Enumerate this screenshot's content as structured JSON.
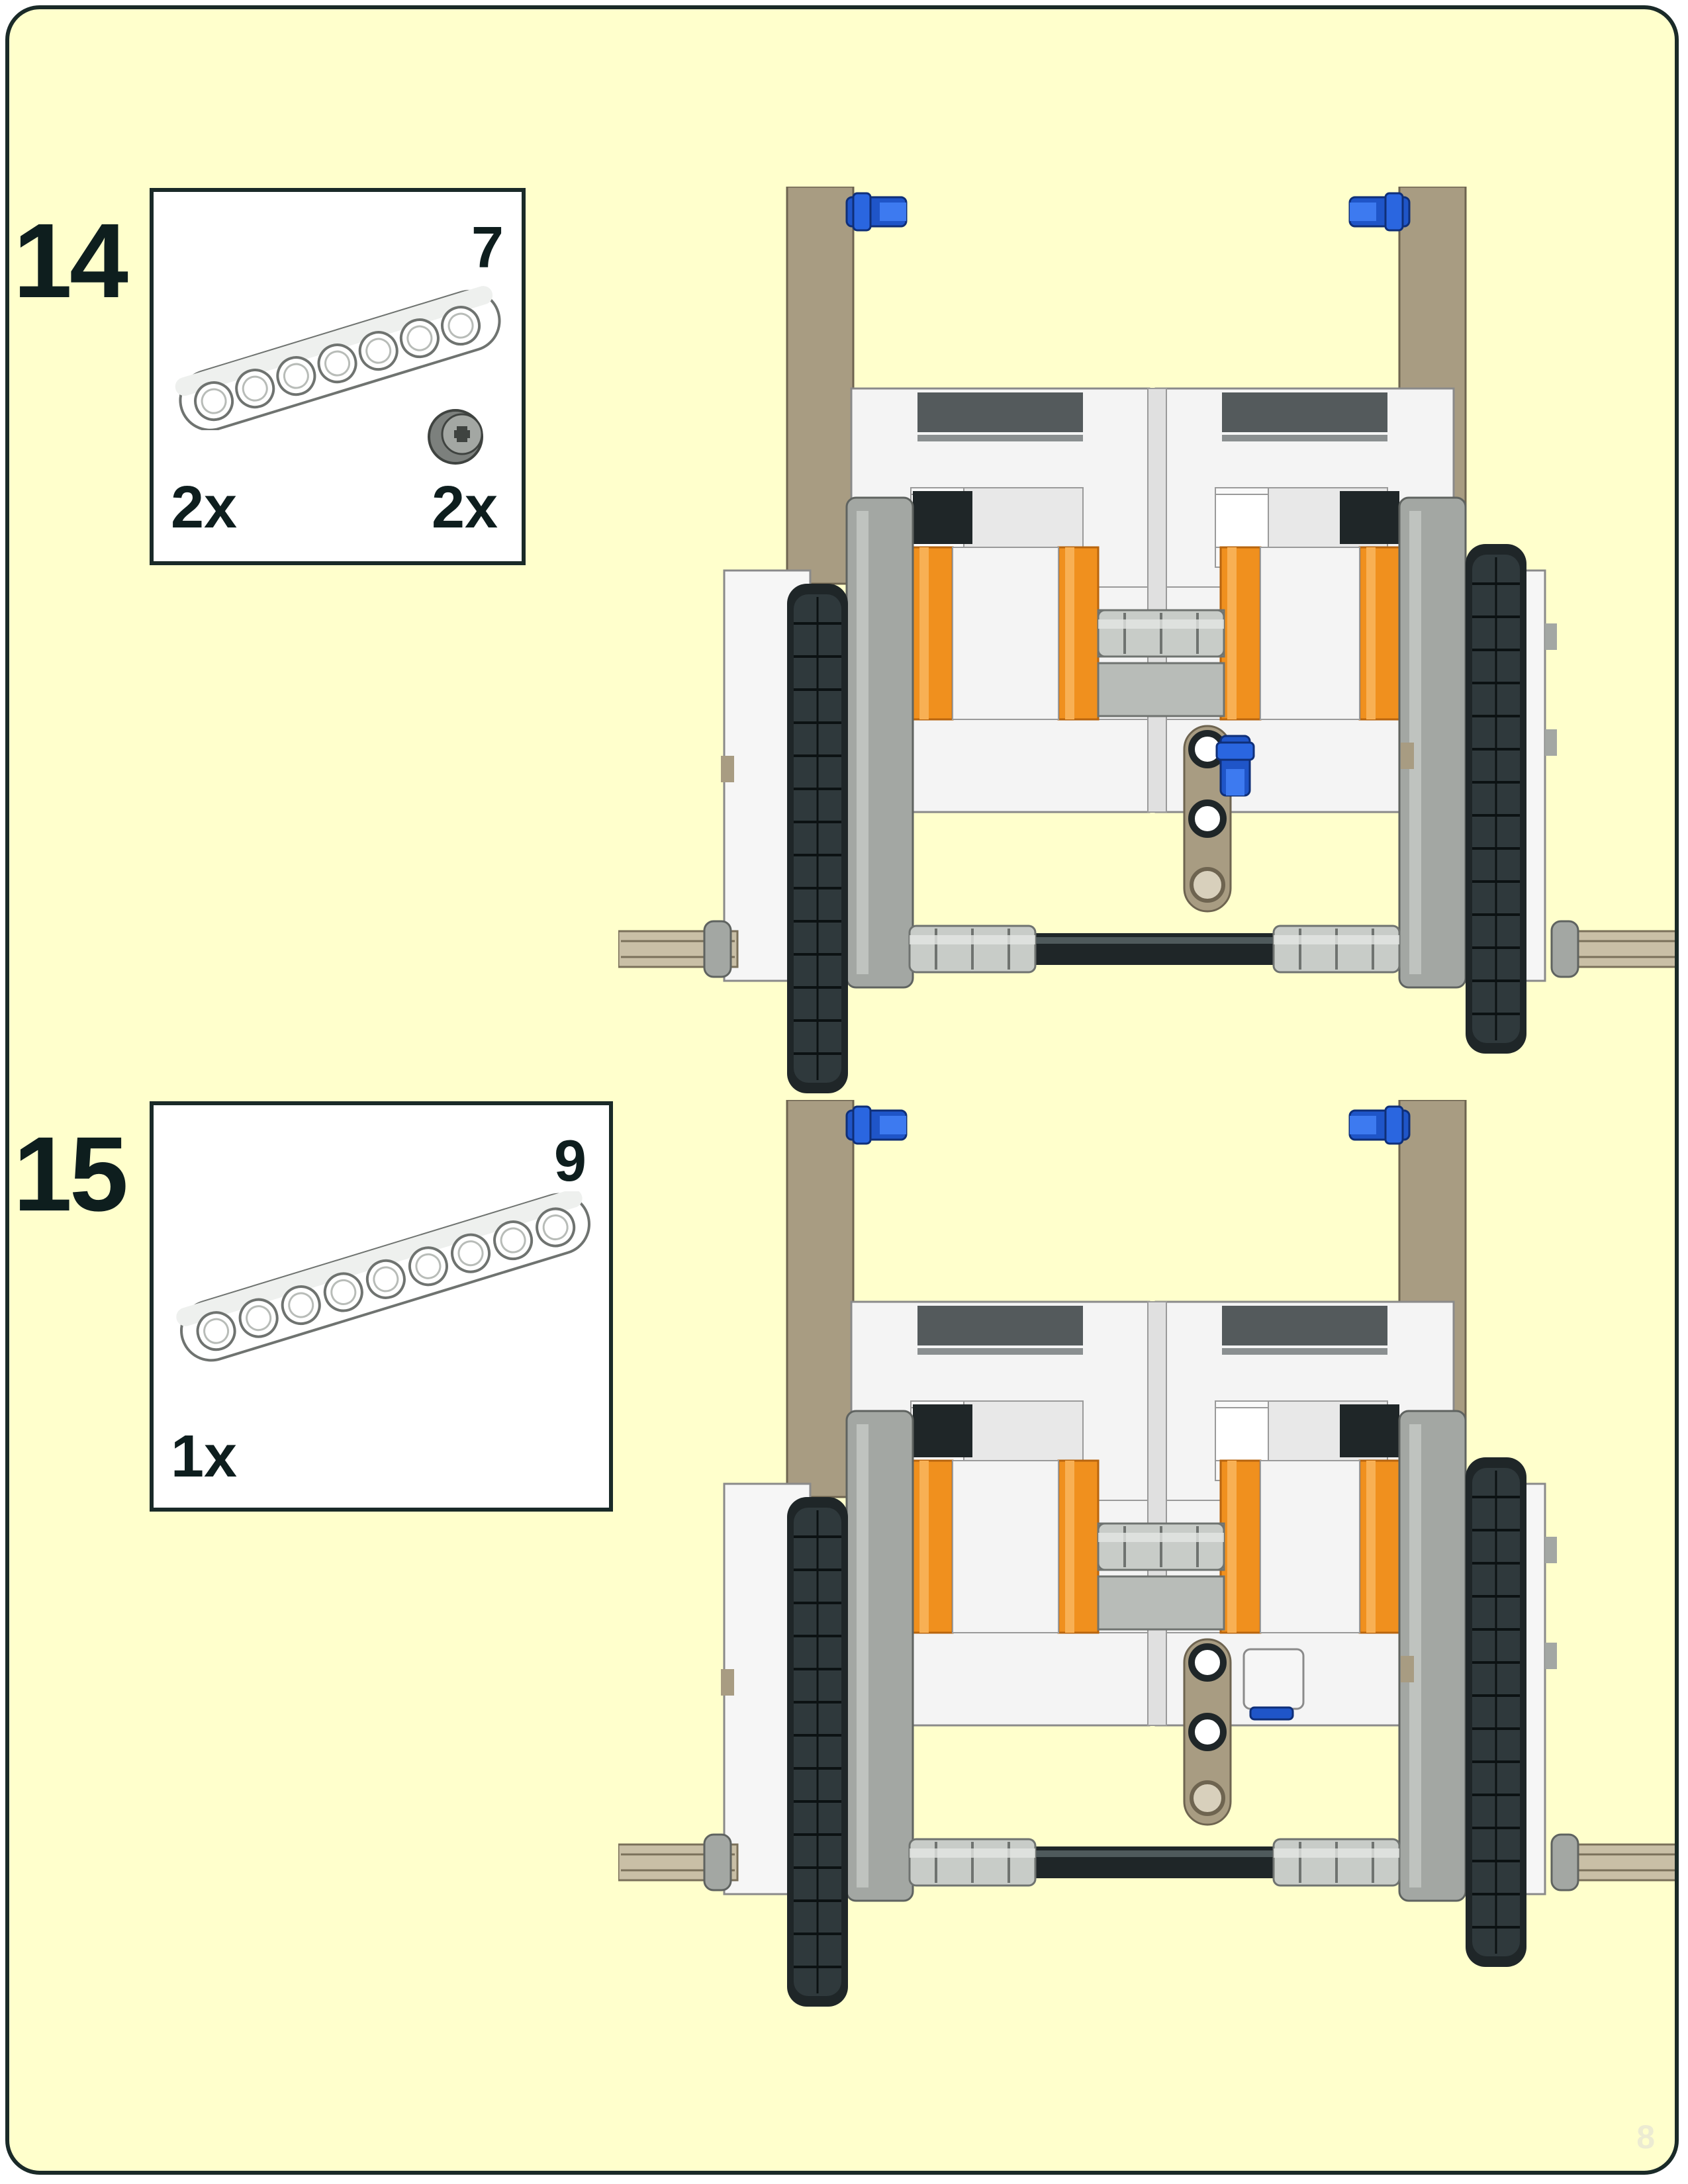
{
  "steps": [
    {
      "number": "14",
      "parts": [
        {
          "name": "beam",
          "length_label": "7",
          "qty": "2x"
        },
        {
          "name": "bush",
          "qty": "2x"
        }
      ]
    },
    {
      "number": "15",
      "parts": [
        {
          "name": "beam",
          "length_label": "9",
          "qty": "1x"
        }
      ]
    }
  ],
  "page_number": "8",
  "colors": {
    "background": "#ffffcc",
    "frame": "#1a2a28",
    "tan": "#a89c82",
    "light_gray": "#a3a7a3",
    "dark": "#1f2628",
    "orange": "#f0901e",
    "blue": "#1f55c8",
    "white": "#f4f4f4"
  }
}
